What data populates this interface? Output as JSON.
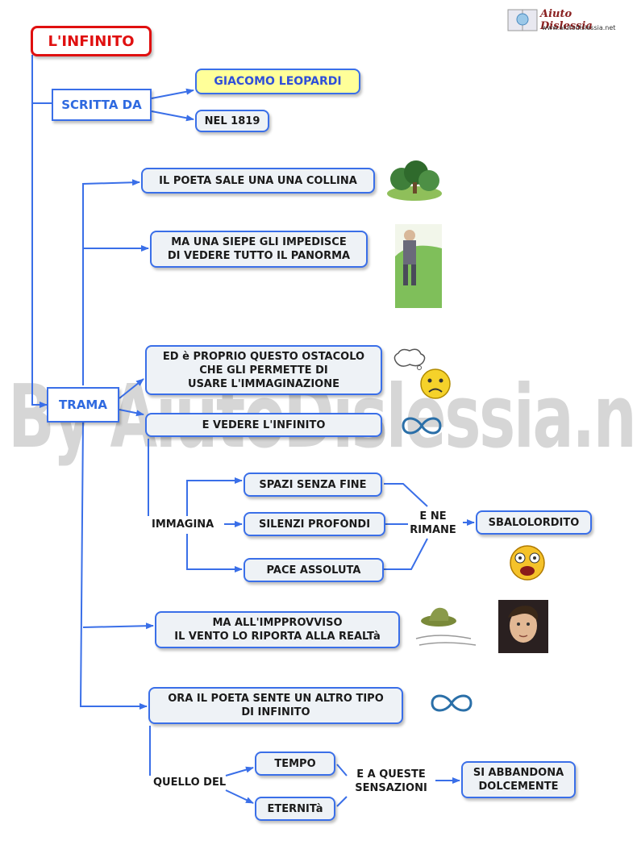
{
  "title": "L'INFINITO",
  "logo": {
    "brand": "Aiuto Dislessia",
    "url": "www.aiutodislessia.net"
  },
  "watermark": "By AiutoDislessia.net",
  "scritta": {
    "label": "SCRITTA DA",
    "author": "GIACOMO LEOPARDI",
    "year": "NEL 1819"
  },
  "trama": {
    "label": "TRAMA",
    "step1": "IL POETA SALE UNA UNA COLLINA",
    "step2": "MA UNA SIEPE GLI IMPEDISCE\nDI VEDERE TUTTO IL PANORMA",
    "step3": "ED è PROPRIO QUESTO OSTACOLO\nCHE GLI PERMETTE DI\nUSARE L'IMMAGINAZIONE",
    "step4": "E VEDERE L'INFINITO",
    "immagina": "IMMAGINA",
    "spazi": "SPAZI SENZA FINE",
    "silenzi": "SILENZI PROFONDI",
    "pace": "PACE ASSOLUTA",
    "rimane": "E NE\nRIMANE",
    "sbalordito": "SBALOLORDITO",
    "step5": "MA ALL'IMPPROVVISO\nIL VENTO LO RIPORTA ALLA REALTà",
    "step6": "ORA IL POETA SENTE UN ALTRO TIPO\nDI INFINITO",
    "quello": "QUELLO DEL",
    "tempo": "TEMPO",
    "eternita": "ETERNITà",
    "sensazioni": "E A QUESTE\nSENSAZIONI",
    "abbandona": "SI ABBANDONA\nDOLCEMENTE"
  },
  "icons": [
    "hill-icon",
    "hedge-poet-icon",
    "thought-cloud-icon",
    "sad-face-icon",
    "infinity-icon",
    "shocked-face-icon",
    "windy-hat-icon",
    "leopardi-portrait-icon",
    "infinity-icon"
  ],
  "colors": {
    "line": "#3a6fe8",
    "title_border": "#e01010",
    "author_bg": "#ffff99",
    "node_bg": "#eef2f6"
  }
}
